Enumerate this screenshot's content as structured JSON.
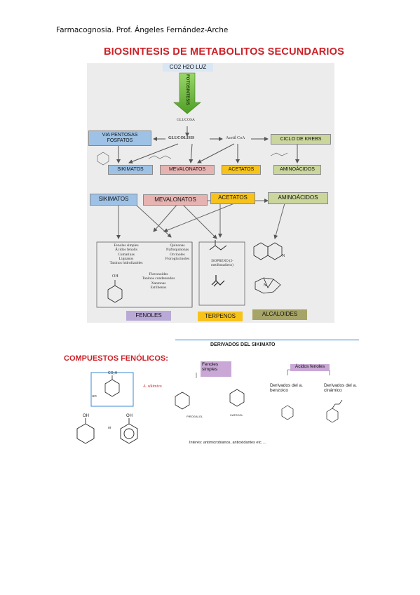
{
  "header": "Farmacognosia. Prof. Ángeles Fernández-Arche",
  "title": "BIOSINTESIS DE METABOLITOS SECUNDARIOS",
  "top": {
    "inputs": "CO2  H2O  LUZ",
    "fotosintesis": "FOTOSINTESIS",
    "glucosa": "GLUCOSA",
    "via_pentosas": "VIA PENTOSAS FOSFATOS",
    "glucolisis": "GLUCOLISIS",
    "acetil": "Acetil CoA",
    "ciclo_krebs": "CICLO DE KREBS",
    "sikimatos": "SIKIMATOS",
    "mevalonatos": "MEVALONATOS",
    "acetatos": "ACETATOS",
    "aminoacidos": "AMINOÁCIDOS"
  },
  "middle": {
    "sikimatos": "SIKIMATOS",
    "mevalonatos": "MEVALONATOS",
    "acetatos": "ACETATOS",
    "aminoacidos": "AMINOÁCIDOS",
    "list_a": [
      "Fenoles simples",
      "Ácidos fenolis",
      "Cumarinas",
      "Lignanos",
      "Taninos hidrolizables"
    ],
    "list_b": [
      "Quinonas",
      "Naftoquinonas",
      "Orcinoles",
      "Floroglucinoles"
    ],
    "list_c": [
      "Flavonoides",
      "Taninos condensados",
      "Xantonas",
      "Estilbenos"
    ],
    "oh": "OH",
    "isopreno": "ISOPRENO (2-metilbutadieno)",
    "n": "N",
    "fenoles": "FENOLES",
    "terpenos": "TERPENOS",
    "alcaloides": "ALCALOIDES"
  },
  "bottom": {
    "compuestos": "COMPUESTOS FENÓLICOS:",
    "derivados": "DERIVADOS DEL SIKIMATO",
    "co2h": "CO₂H",
    "a_sikimico": "A. sikimico",
    "fenoles_simples": "Fenoles simples",
    "acidos_fenoles": "Ácidos fenoles",
    "der_benzoico": "Derivados del a. benzoico",
    "der_cinamico": "Derivados del a. cinámico",
    "pirogalol": "PIROGALOL",
    "catecol": "CATECOL",
    "or": "or",
    "oh": "OH",
    "ho": "HO",
    "interes": "Interés: antimicrobianos, antioxidantes etc…."
  },
  "colors": {
    "title_red": "#cc2127",
    "blue": "#9ec2e6",
    "pink": "#e7b3b1",
    "yellow": "#f7c31b",
    "green": "#cad69b",
    "lilac": "#b9a9d6",
    "arrow_green": "#6fbf3a"
  }
}
